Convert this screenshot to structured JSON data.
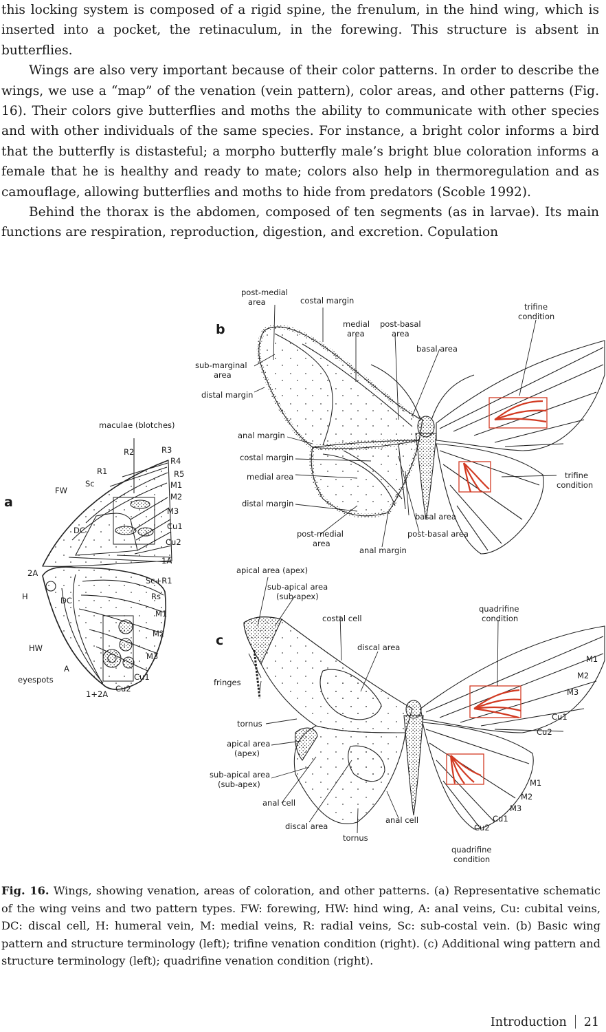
{
  "body_paragraphs": [
    "this locking system is composed of a rigid spine, the frenulum, in the hind wing, which is inserted into a pocket, the retinaculum, in the forewing. This structure is absent in butterflies.",
    "Wings are also very important because of their color patterns. In order to describe the wings, we use a “map” of the venation (vein pattern), color areas, and other patterns (Fig. 16). Their colors give butterflies and moths the ability to communicate with other species and with other individuals of the same species. For instance, a bright color informs a bird that the butterfly is distasteful; a morpho butterfly male’s bright blue coloration informs a female that he is healthy and ready to mate; colors also help in thermoregulation and as camouflage, allowing butterflies and moths to hide from predators (Scoble 1992).",
    "Behind the thorax is the abdomen, composed of ten segments (as in larvae). Its main functions are respiration, reproduction, digestion, and excretion. Copulation"
  ],
  "figure": {
    "panel_letters": {
      "a": "a",
      "b": "b",
      "c": "c"
    },
    "panel_a": {
      "title": "maculae (blotches)",
      "forewing": "FW",
      "hindwing": "HW",
      "eyespots": "eyespots",
      "veins": {
        "R2": "R2",
        "R3": "R3",
        "R4": "R4",
        "R5": "R5",
        "R1": "R1",
        "Sc": "Sc",
        "M1": "M1",
        "M2": "M2",
        "M3": "M3",
        "Cu1": "Cu1",
        "Cu2": "Cu2",
        "A1": "1A",
        "DC": "DC",
        "A2": "2A",
        "H": "H",
        "DC2": "DC",
        "ScR1": "Sc+R1",
        "Rs": "Rs",
        "M1h": "M1",
        "M2h": "M2",
        "M3h": "M3",
        "A": "A",
        "Cu1h": "Cu1",
        "Cu2h": "Cu2",
        "A12": "1+2A"
      }
    },
    "panel_b": {
      "post_medial_area": [
        "post-medial",
        "area"
      ],
      "costal_margin_top": "costal margin",
      "medial_area_top": [
        "medial",
        "area"
      ],
      "post_basal_area_top": [
        "post-basal",
        "area"
      ],
      "basal_area_top": "basal area",
      "sub_marginal_area": [
        "sub-marginal",
        "area"
      ],
      "distal_margin_top": "distal margin",
      "anal_margin_top": "anal margin",
      "costal_margin_mid": "costal margin",
      "medial_area_mid": "medial area",
      "distal_margin_mid": "distal margin",
      "basal_area_bottom": "basal area",
      "post_basal_area_bottom": "post-basal area",
      "post_medial_area_bottom": [
        "post-medial",
        "area"
      ],
      "anal_margin_bottom": "anal margin",
      "trifine_top": [
        "trifine",
        "condition"
      ],
      "trifine_right": [
        "trifine",
        "condition"
      ]
    },
    "panel_c": {
      "apical_area_top": "apical area (apex)",
      "sub_apical_top": [
        "sub-apical area",
        "(sub-apex)"
      ],
      "costal_cell": "costal cell",
      "discal_area_top": "discal area",
      "fringes": "fringes",
      "tornus_left": "tornus",
      "apical_area_mid": [
        "apical area",
        "(apex)"
      ],
      "sub_apical_mid": [
        "sub-apical area",
        "(sub-apex)"
      ],
      "anal_cell_left": "anal cell",
      "discal_area_bottom": "discal area",
      "tornus_bottom": "tornus",
      "anal_cell_bottom": "anal cell",
      "quadrifine_top": [
        "quadrifine",
        "condition"
      ],
      "quadrifine_bottom": [
        "quadrifine",
        "condition"
      ],
      "veins_top": {
        "M1": "M1",
        "M2": "M2",
        "M3": "M3",
        "Cu1": "Cu1",
        "Cu2": "Cu2"
      },
      "veins_bottom": {
        "M1": "M1",
        "M2": "M2",
        "M3": "M3",
        "Cu1": "Cu1",
        "Cu2": "Cu2"
      }
    }
  },
  "caption": {
    "label": "Fig. 16.",
    "text": " Wings, showing venation, areas of coloration, and other patterns. (a) Representative schematic of the wing veins and two pattern types. FW: forewing, HW: hind wing, A: anal veins, Cu: cubital veins, DC: discal cell, H: humeral vein, M: medial veins, R: radial veins, Sc: sub-costal vein. (b) Basic wing pattern and structure terminology (left); trifine venation condition (right). (c) Additional wing pattern and structure terminology (left); quadrifine venation condition (right)."
  },
  "footer": {
    "section": "Introduction",
    "page": "21"
  },
  "colors": {
    "highlight": "#d23a22",
    "ink": "#1a1a1a"
  }
}
